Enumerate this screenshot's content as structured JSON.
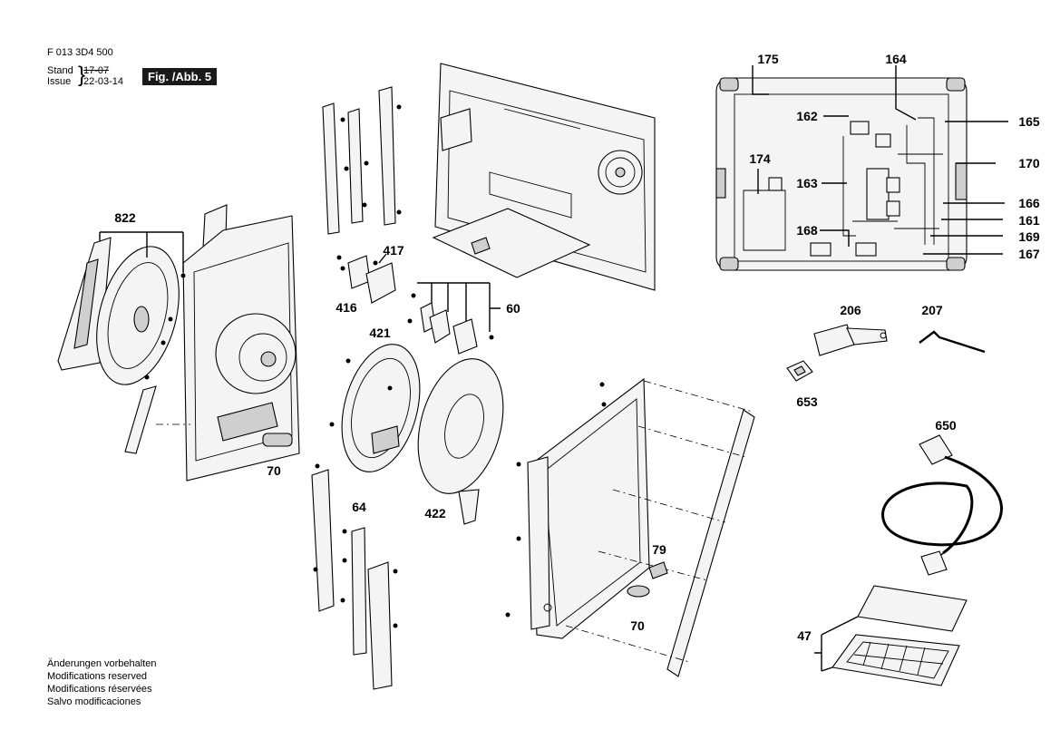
{
  "header": {
    "doc_number": "F 013 3D4 500",
    "stand_label": "Stand",
    "stand_old": "17-07",
    "issue_label": "Issue",
    "issue_date": "22-03-14",
    "figure": "Fig. /Abb. 5"
  },
  "notes": [
    "Änderungen vorbehalten",
    "Modifications reserved",
    "Modifications réservées",
    "Salvo modificaciones"
  ],
  "labels": {
    "p822": "822",
    "p70a": "70",
    "p417": "417",
    "p416": "416",
    "p60": "60",
    "p421": "421",
    "p422": "422",
    "p64": "64",
    "p79": "79",
    "p70b": "70",
    "p175": "175",
    "p164": "164",
    "p162": "162",
    "p165": "165",
    "p174": "174",
    "p170": "170",
    "p163": "163",
    "p166": "166",
    "p161": "161",
    "p168": "168",
    "p169": "169",
    "p167": "167",
    "p206": "206",
    "p207": "207",
    "p653": "653",
    "p650": "650",
    "p47": "47"
  }
}
